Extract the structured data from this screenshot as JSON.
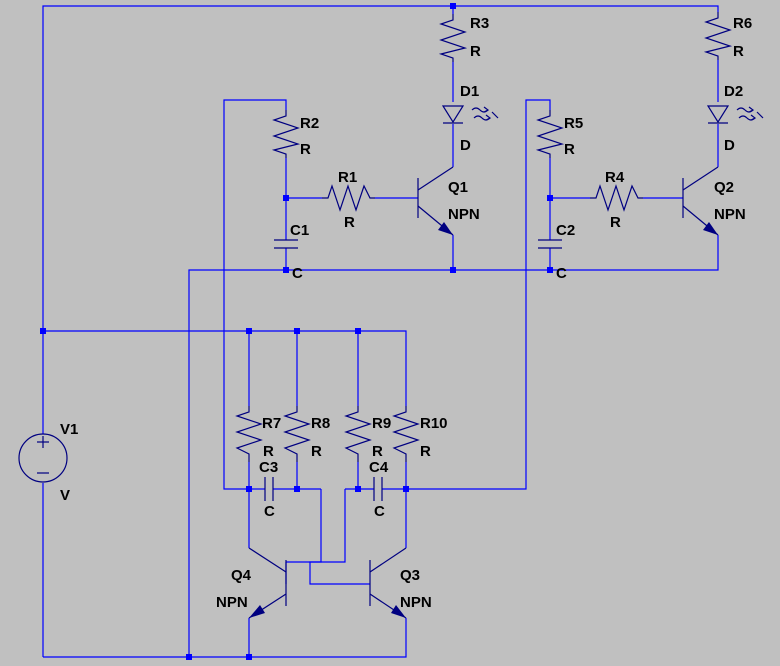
{
  "schematic": {
    "colors": {
      "background": "#c0c0c0",
      "wire": "#0000ff",
      "component": "#000080",
      "text": "#000000"
    },
    "components": {
      "R1": {
        "name": "R1",
        "value": "R"
      },
      "R2": {
        "name": "R2",
        "value": "R"
      },
      "R3": {
        "name": "R3",
        "value": "R"
      },
      "R4": {
        "name": "R4",
        "value": "R"
      },
      "R5": {
        "name": "R5",
        "value": "R"
      },
      "R6": {
        "name": "R6",
        "value": "R"
      },
      "R7": {
        "name": "R7",
        "value": "R"
      },
      "R8": {
        "name": "R8",
        "value": "R"
      },
      "R9": {
        "name": "R9",
        "value": "R"
      },
      "R10": {
        "name": "R10",
        "value": "R"
      },
      "C1": {
        "name": "C1",
        "value": "C"
      },
      "C2": {
        "name": "C2",
        "value": "C"
      },
      "C3": {
        "name": "C3",
        "value": "C"
      },
      "C4": {
        "name": "C4",
        "value": "C"
      },
      "D1": {
        "name": "D1",
        "value": "D"
      },
      "D2": {
        "name": "D2",
        "value": "D"
      },
      "Q1": {
        "name": "Q1",
        "value": "NPN"
      },
      "Q2": {
        "name": "Q2",
        "value": "NPN"
      },
      "Q3": {
        "name": "Q3",
        "value": "NPN"
      },
      "Q4": {
        "name": "Q4",
        "value": "NPN"
      },
      "V1": {
        "name": "V1",
        "value": "V"
      }
    }
  }
}
